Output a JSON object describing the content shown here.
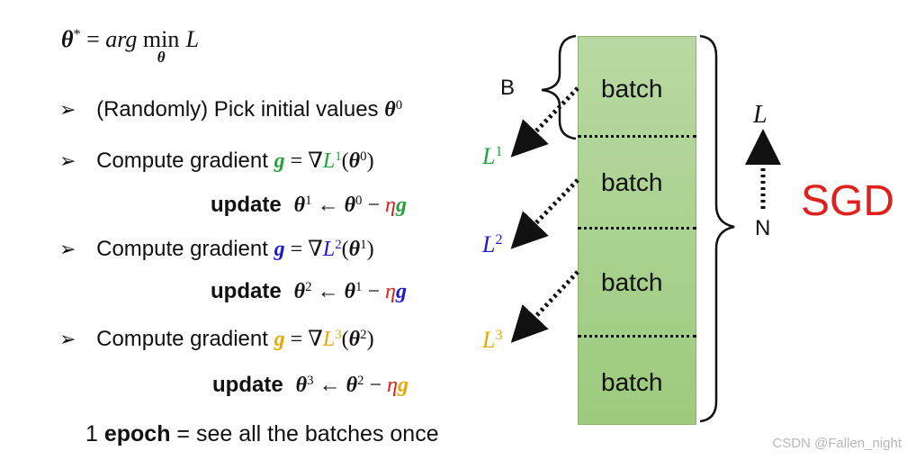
{
  "formula": {
    "theta": "θ",
    "star": "*",
    "equals": " = ",
    "arg": "arg ",
    "min": "min",
    "min_sub": "θ",
    "L": "L"
  },
  "steps": [
    {
      "bullet": "➢",
      "text": "(Randomly) Pick initial values ",
      "theta": "θ",
      "sup": "0"
    },
    {
      "bullet": "➢",
      "text": "Compute gradient ",
      "g": "g",
      "eq": " = ∇",
      "L": "L",
      "Lsup": "1",
      "paren_open": "(",
      "theta": "θ",
      "tsup": "0",
      "paren_close": ")",
      "side_L": "L",
      "side_sup": "1"
    },
    {
      "bullet": "➢",
      "text": "Compute gradient ",
      "g": "g",
      "eq": " = ∇",
      "L": "L",
      "Lsup": "2",
      "paren_open": "(",
      "theta": "θ",
      "tsup": "1",
      "paren_close": ")",
      "side_L": "L",
      "side_sup": "2"
    },
    {
      "bullet": "➢",
      "text": "Compute gradient ",
      "g": "g",
      "eq": " = ∇",
      "L": "L",
      "Lsup": "3",
      "paren_open": "(",
      "theta": "θ",
      "tsup": "2",
      "paren_close": ")",
      "side_L": "L",
      "side_sup": "3"
    }
  ],
  "updates": [
    {
      "word": "update",
      "theta": "θ",
      "sup": "1",
      "arrow": " ← ",
      "theta2": "θ",
      "sup2": "0",
      "minus": " − ",
      "eta": "η",
      "g": "g"
    },
    {
      "word": "update",
      "theta": "θ",
      "sup": "2",
      "arrow": " ← ",
      "theta2": "θ",
      "sup2": "1",
      "minus": " − ",
      "eta": "η",
      "g": "g"
    },
    {
      "word": "update",
      "theta": "θ",
      "sup": "3",
      "arrow": " ← ",
      "theta2": "θ",
      "sup2": "2",
      "minus": " − ",
      "eta": "η",
      "g": "g"
    }
  ],
  "epoch": {
    "pre": "1 ",
    "bold": "epoch",
    "post": " = see all the batches once"
  },
  "batches": [
    "batch",
    "batch",
    "batch",
    "batch"
  ],
  "brace_label": "B",
  "right_L": "L",
  "right_N": "N",
  "sgd": "SGD",
  "watermark": "CSDN @Fallen_night",
  "colors": {
    "green": "#22a33a",
    "blue": "#1a1ad6",
    "yellow": "#e8a800",
    "red": "#e0201c",
    "batch_fill": "#a8d08d"
  }
}
